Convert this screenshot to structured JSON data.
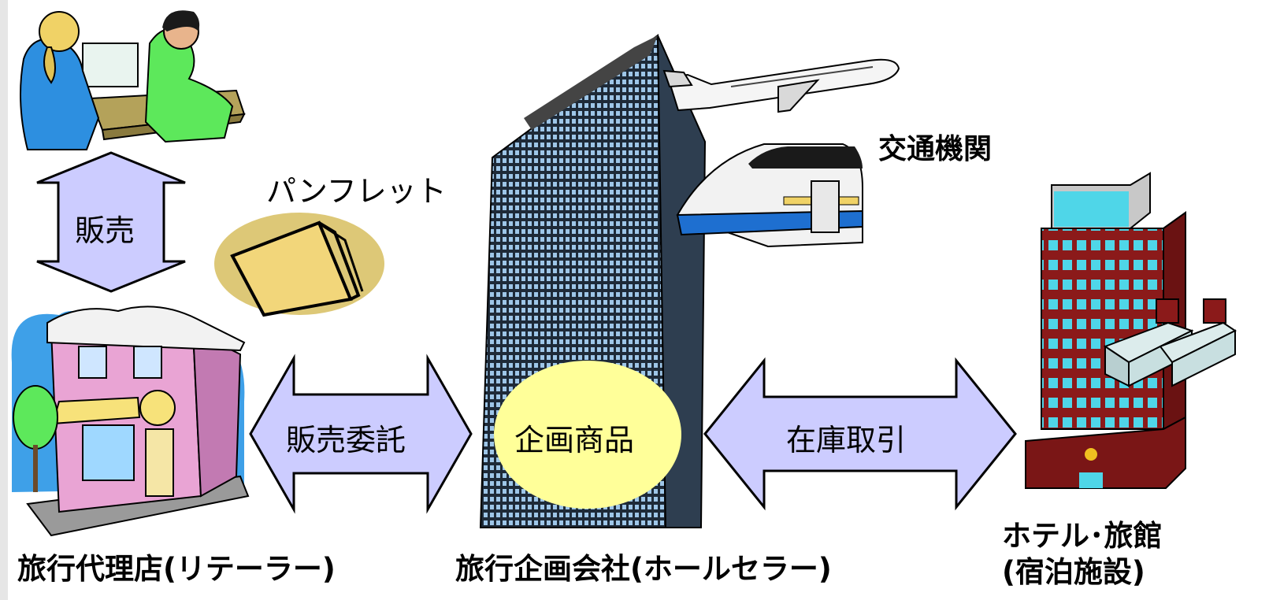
{
  "labels": {
    "sales": "販売",
    "pamphlet": "パンフレット",
    "sales_consignment": "販売委託",
    "planned_product": "企画商品",
    "inventory_trade": "在庫取引",
    "transport": "交通機関",
    "travel_agency": "旅行代理店(リテーラー)",
    "tour_operator": "旅行企画会社(ホールセラー)",
    "hotel_line1": "ホテル･旅館",
    "hotel_line2": "(宿泊施設)"
  },
  "colors": {
    "arrow_fill": "#ccccff",
    "product_bubble": "#ffff99",
    "pamphlet_oval": "#ddc877",
    "hotel_brick": "#8b1a1a",
    "hotel_window": "#4fd6e8",
    "shop_pink": "#e9a4d4",
    "skyscraper": "#33475c"
  },
  "icons": [
    "customer-counter-icon",
    "pamphlet-icon",
    "travel-agency-shop-icon",
    "skyscraper-icon",
    "airplane-icon",
    "bullet-train-icon",
    "hotel-icon",
    "bed-icon"
  ]
}
